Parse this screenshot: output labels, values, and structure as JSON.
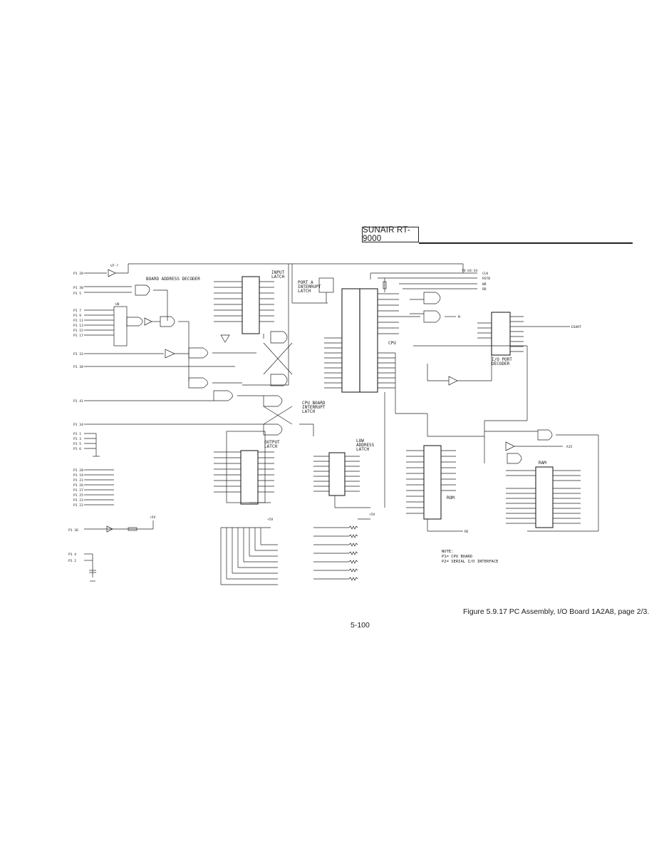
{
  "header": {
    "title": "SUNAIR  RT-9000"
  },
  "footer": {
    "caption": "Figure 5.9.17  PC Assembly, I/O Board 1A2A8, page 2/3.",
    "page_number": "5-100"
  },
  "notes": {
    "text": "NOTE:\nP1= CPU BOARD\nP2= SERIAL I/O INTERFACE"
  },
  "blocks": {
    "board_decoder": "BOARD ADDRESS DECODER",
    "input_latch": "INPUT\nLATCH",
    "output_latch": "OUTPUT\nLATCH",
    "low_address_latch": "LOW\nADDRESS\nLATCH",
    "port_a_latch": "PORT A\nINTERRUPT\nLATCH",
    "cpu_interrupt_latch": "CPU BOARD\nINTERRUPT\nLATCH",
    "cpu": "CPU",
    "io_port_decoder": "I/O PORT\nDECODER",
    "rom": "ROM",
    "ram": "RAM"
  },
  "edge_labels": {
    "left": [
      "P1 28",
      "P1 30",
      "P1 5",
      "P1 7",
      "P1 9",
      "P1 11",
      "P1 13",
      "P1 15",
      "P1 17",
      "P1 33",
      "P1 38",
      "P1 41",
      "P1 34"
    ],
    "data_left": [
      "P1 20",
      "P1 19",
      "P1 21",
      "P1 26",
      "P1 27",
      "P1 25",
      "P1 23",
      "P1 22"
    ],
    "power": [
      "P1 4",
      "P1 2",
      "+5V",
      "P1 36"
    ]
  }
}
